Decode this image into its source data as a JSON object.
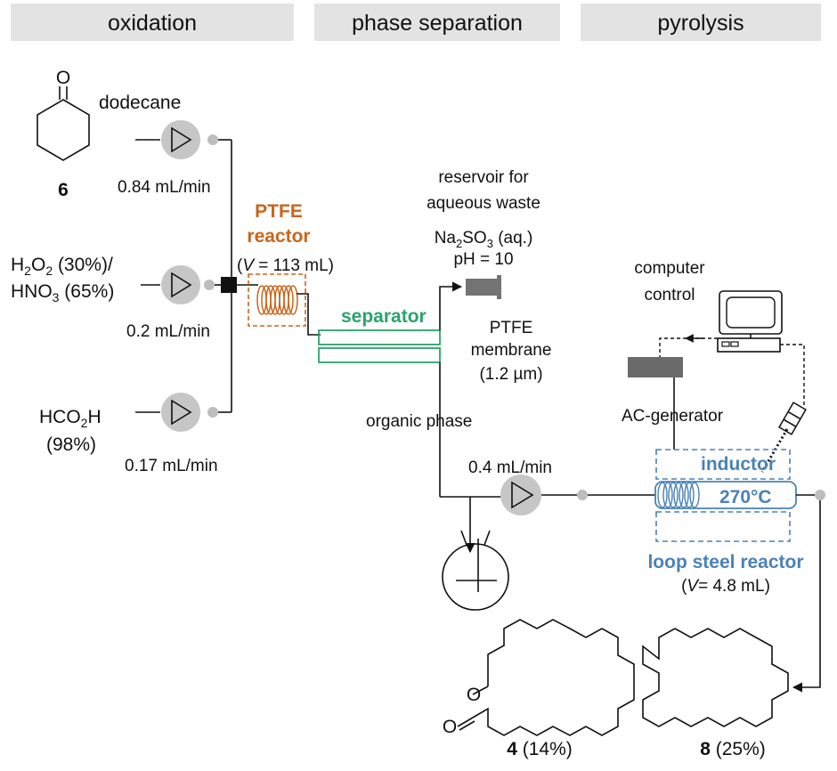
{
  "headers": {
    "oxidation": "oxidation",
    "phase_separation": "phase separation",
    "pyrolysis": "pyrolysis"
  },
  "reagents": {
    "compound_6": {
      "solvent": "dodecane",
      "number": "6",
      "flow": "0.84 mL/min"
    },
    "oxidant": {
      "h2o2_pre": "H",
      "h2o2_sub1": "2",
      "h2o2_mid": "O",
      "h2o2_sub2": "2",
      "h2o2_post": " (30%)/",
      "hno3_pre": "HNO",
      "hno3_sub": "3",
      "hno3_post": " (65%)",
      "flow": "0.2 mL/min"
    },
    "formic": {
      "pre": "HCO",
      "sub": "2",
      "post": "H",
      "conc": "(98%)",
      "flow": "0.17 mL/min"
    }
  },
  "ptfe_reactor": {
    "line1": "PTFE",
    "line2": "reactor",
    "v_open": "(",
    "v_italic": "V",
    "v_rest": " = 113 mL)"
  },
  "separator": {
    "label": "separator"
  },
  "reservoir": {
    "line1": "reservoir for",
    "line2": "aqueous waste",
    "na_pre": "Na",
    "na_sub1": "2",
    "na_mid": "SO",
    "na_sub2": "3",
    "na_post": " (aq.)",
    "ph": "pH = 10"
  },
  "membrane": {
    "line1": "PTFE",
    "line2": "membrane",
    "line3": "(1.2 µm)"
  },
  "organic_phase": "organic phase",
  "pump_flow": "0.4 mL/min",
  "computer": {
    "line1": "computer",
    "line2": "control"
  },
  "ac_generator": "AC-generator",
  "inductor": "inductor",
  "temperature": "270°C",
  "steel_reactor": {
    "name": "loop steel reactor",
    "v_open": "(",
    "v_italic": "V",
    "v_rest": "= 4.8 mL)"
  },
  "products": {
    "p4": {
      "number": "4",
      "yield": " (14%)"
    },
    "p8": {
      "number": "8",
      "yield": " (25%)"
    }
  },
  "atoms": {
    "oxygen": "O"
  },
  "colors": {
    "orange": "#c8651b",
    "green": "#2aa36b",
    "blue": "#4a82b8",
    "header_bg": "#e3e3e3",
    "pump_gray": "#c6c6c6"
  }
}
